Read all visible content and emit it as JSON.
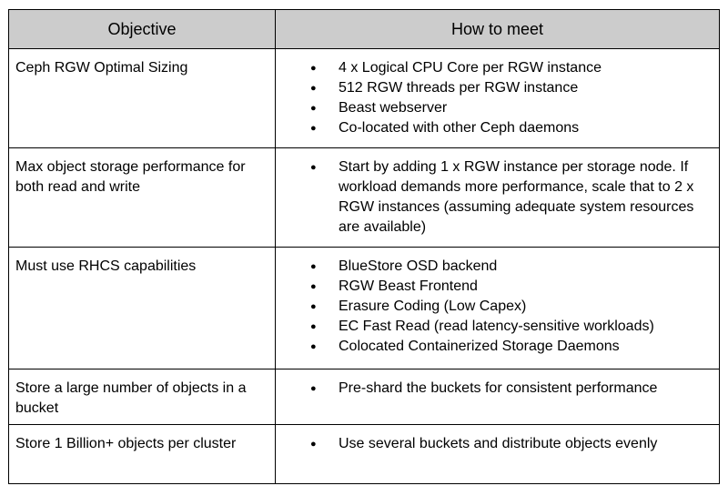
{
  "table": {
    "headers": [
      "Objective",
      "How to meet"
    ],
    "header_bg": "#cccccc",
    "border_color": "#000000",
    "bullet_glyph": "●",
    "rows": [
      {
        "objective": "Ceph RGW Optimal Sizing",
        "items": [
          "4 x Logical CPU Core per RGW instance",
          "512 RGW threads per RGW instance",
          "Beast webserver",
          "Co-located with other Ceph daemons"
        ]
      },
      {
        "objective": "Max object storage performance for both read and write",
        "items": [
          "Start by adding 1 x RGW instance per storage node. If workload demands more performance, scale that to 2 x RGW instances (assuming adequate system resources are available)"
        ]
      },
      {
        "objective": "Must use RHCS capabilities",
        "items": [
          "BlueStore OSD backend",
          "RGW Beast Frontend",
          "Erasure Coding (Low Capex)",
          "EC Fast Read (read latency-sensitive workloads)",
          "Colocated Containerized Storage Daemons"
        ]
      },
      {
        "objective": "Store a large number of objects in a bucket",
        "items": [
          "Pre-shard the buckets for consistent performance"
        ]
      },
      {
        "objective": "Store 1 Billion+ objects per cluster",
        "items": [
          "Use several buckets and distribute objects evenly"
        ]
      }
    ]
  }
}
